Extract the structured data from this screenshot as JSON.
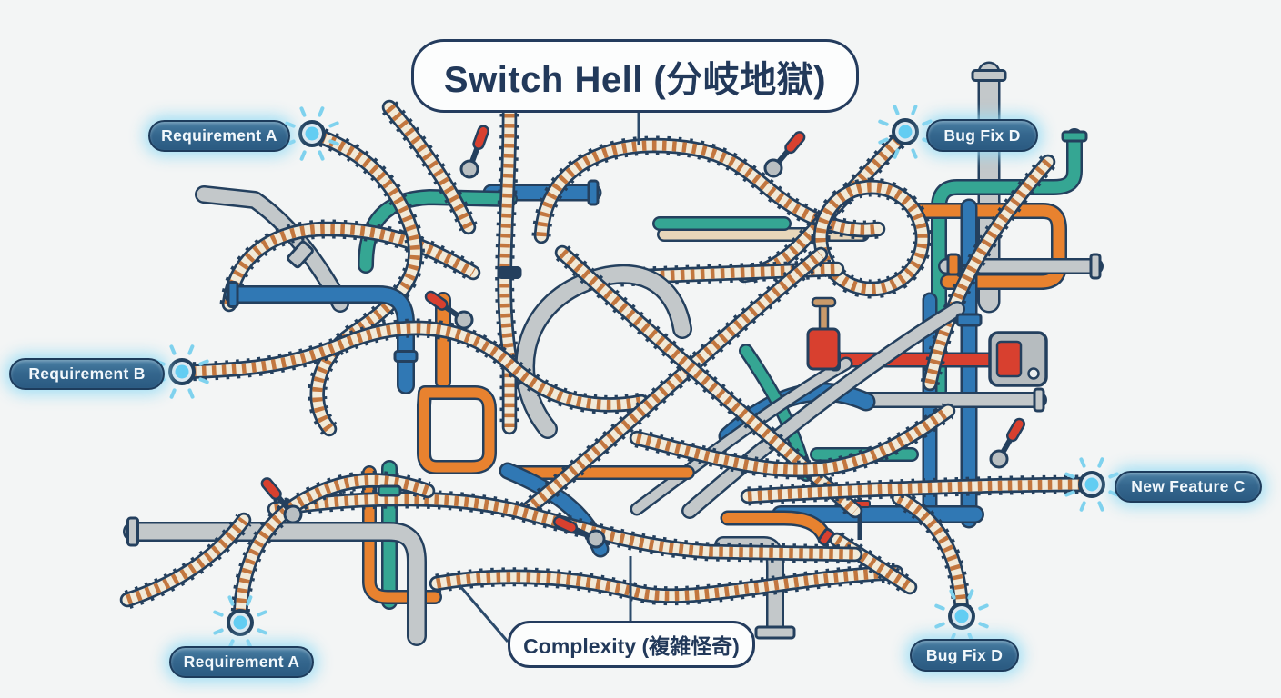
{
  "title": {
    "text": "Switch Hell (分岐地獄)"
  },
  "annotation": {
    "text": "Complexity (複雑怪奇)"
  },
  "callouts": [
    {
      "id": "requirement-a-top",
      "label": "Requirement A"
    },
    {
      "id": "bug-fix-d-top",
      "label": "Bug Fix D"
    },
    {
      "id": "requirement-b",
      "label": "Requirement B"
    },
    {
      "id": "new-feature-c",
      "label": "New Feature C"
    },
    {
      "id": "requirement-a-bottom",
      "label": "Requirement A"
    },
    {
      "id": "bug-fix-d-bottom",
      "label": "Bug Fix D"
    }
  ],
  "icons": {
    "node": "glow-node-icon",
    "valve": "valve-lever-icon",
    "track": "railway-track",
    "pipe": "pipe"
  },
  "colors": {
    "background": "#f3f5f5",
    "outline_navy": "#24405e",
    "label_pill_fill": "#35678e",
    "label_pill_border": "#1d3c5c",
    "label_text": "#f2f8fc",
    "title_text": "#22395a",
    "node_glow": "#7fd2ee",
    "node_center": "#62cdf2",
    "track_tie": "#c2763e",
    "track_bed": "#f1ead9",
    "pipe_gray": "#c3c8ca",
    "pipe_blue": "#3078b4",
    "pipe_teal": "#35a693",
    "pipe_orange": "#e8822f",
    "pipe_beige": "#e7d6ba",
    "valve_red": "#d8402f"
  }
}
